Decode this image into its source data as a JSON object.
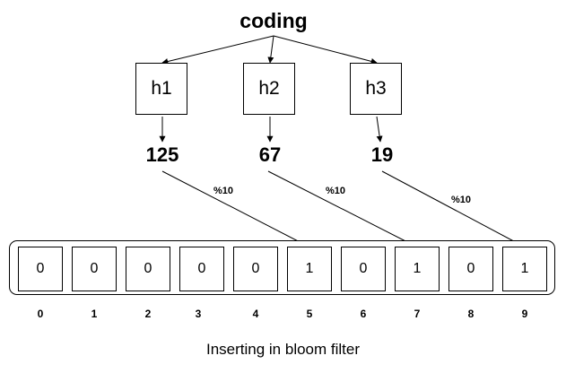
{
  "input_word": "coding",
  "hash_functions": [
    "h1",
    "h2",
    "h3"
  ],
  "hash_outputs": [
    "125",
    "67",
    "19"
  ],
  "modulo_label": "%10",
  "bit_array": {
    "values": [
      "0",
      "0",
      "0",
      "0",
      "0",
      "1",
      "0",
      "1",
      "0",
      "1"
    ],
    "indices": [
      "0",
      "1",
      "2",
      "3",
      "4",
      "5",
      "6",
      "7",
      "8",
      "9"
    ]
  },
  "caption": "Inserting in bloom filter"
}
